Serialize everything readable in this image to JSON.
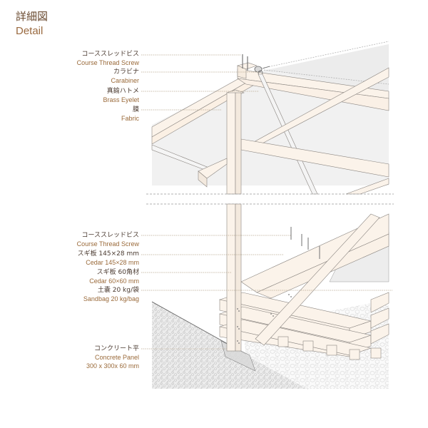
{
  "title": {
    "jp": "詳細図",
    "en": "Detail"
  },
  "colors": {
    "title": "#7a5230",
    "label_en": "#9a6a3a",
    "label_jp": "#4a3a30",
    "wood": "#fbf3ea",
    "wood_line": "#8a8580",
    "fabric": "#efefef",
    "leader": "#b8a890"
  },
  "upper_labels": [
    {
      "jp": "コーススレッドビス",
      "en": "Course Thread Screw"
    },
    {
      "jp": "カラビナ",
      "en": "Carabiner"
    },
    {
      "jp": "真鍮ハトメ",
      "en": "Brass Eyelet"
    },
    {
      "jp": "膜",
      "en": "Fabric"
    }
  ],
  "lower_labels": [
    {
      "jp": "コーススレッドビス",
      "en": "Course Thread Screw"
    },
    {
      "jp": "スギ板 145×28 mm",
      "en": "Cedar 145×28 mm"
    },
    {
      "jp": "スギ板 60角材",
      "en": "Cedar 60×60 mm"
    },
    {
      "jp": "土嚢 20 kg/袋",
      "en": "Sandbag 20 kg/bag"
    }
  ],
  "base_label": {
    "jp": "コンクリート平",
    "en": "Concrete Panel",
    "en2": "300 x 300x 60 mm"
  }
}
